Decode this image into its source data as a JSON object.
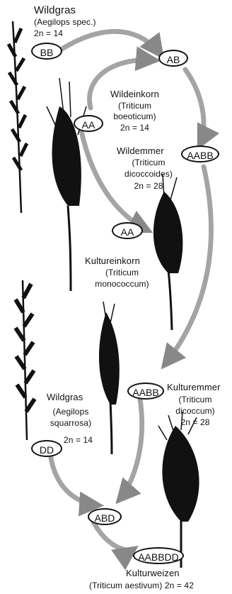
{
  "labels": {
    "wildgras1_name": "Wildgras",
    "wildgras1_species": "(Aegilops spec.)",
    "wildgras1_chrom": "2n = 14",
    "wildeinkorn_name": "Wildeinkorn",
    "wildeinkorn_latin1": "(Triticum",
    "wildeinkorn_latin2": "boeoticum)",
    "wildeinkorn_chrom": "2n = 14",
    "wildemmer_name": "Wildemmer",
    "wildemmer_latin1": "(Triticum",
    "wildemmer_latin2": "dicoccoides)",
    "wildemmer_chrom": "2n = 28",
    "kultureinkorn_name": "Kultureinkorn",
    "kultureinkorn_latin1": "(Triticum",
    "kultureinkorn_latin2": "monococcum)",
    "wildgras2_name": "Wildgras",
    "wildgras2_latin1": "(Aegilops",
    "wildgras2_latin2": "squarrosa)",
    "wildgras2_chrom": "2n = 14",
    "kulturemmer_name": "Kulturemmer",
    "kulturemmer_latin1": "(Triticum",
    "kulturemmer_latin2": "dicoccum)",
    "kulturemmer_chrom": "2n = 28",
    "kulturweizen_name": "Kulturweizen",
    "kulturweizen_latin": "(Triticum aestivum) 2n = 42"
  },
  "genomes": {
    "bb": "BB",
    "ab": "AB",
    "aa_wild": "AA",
    "aabb_wild": "AABB",
    "aa_kultur": "AA",
    "aabb_kultur": "AABB",
    "dd": "DD",
    "abd": "ABD",
    "aabbdd": "AABBDD"
  },
  "colors": {
    "ink": "#111111",
    "arrow_stipple": "#9a9a9a",
    "background": "#ffffff"
  }
}
